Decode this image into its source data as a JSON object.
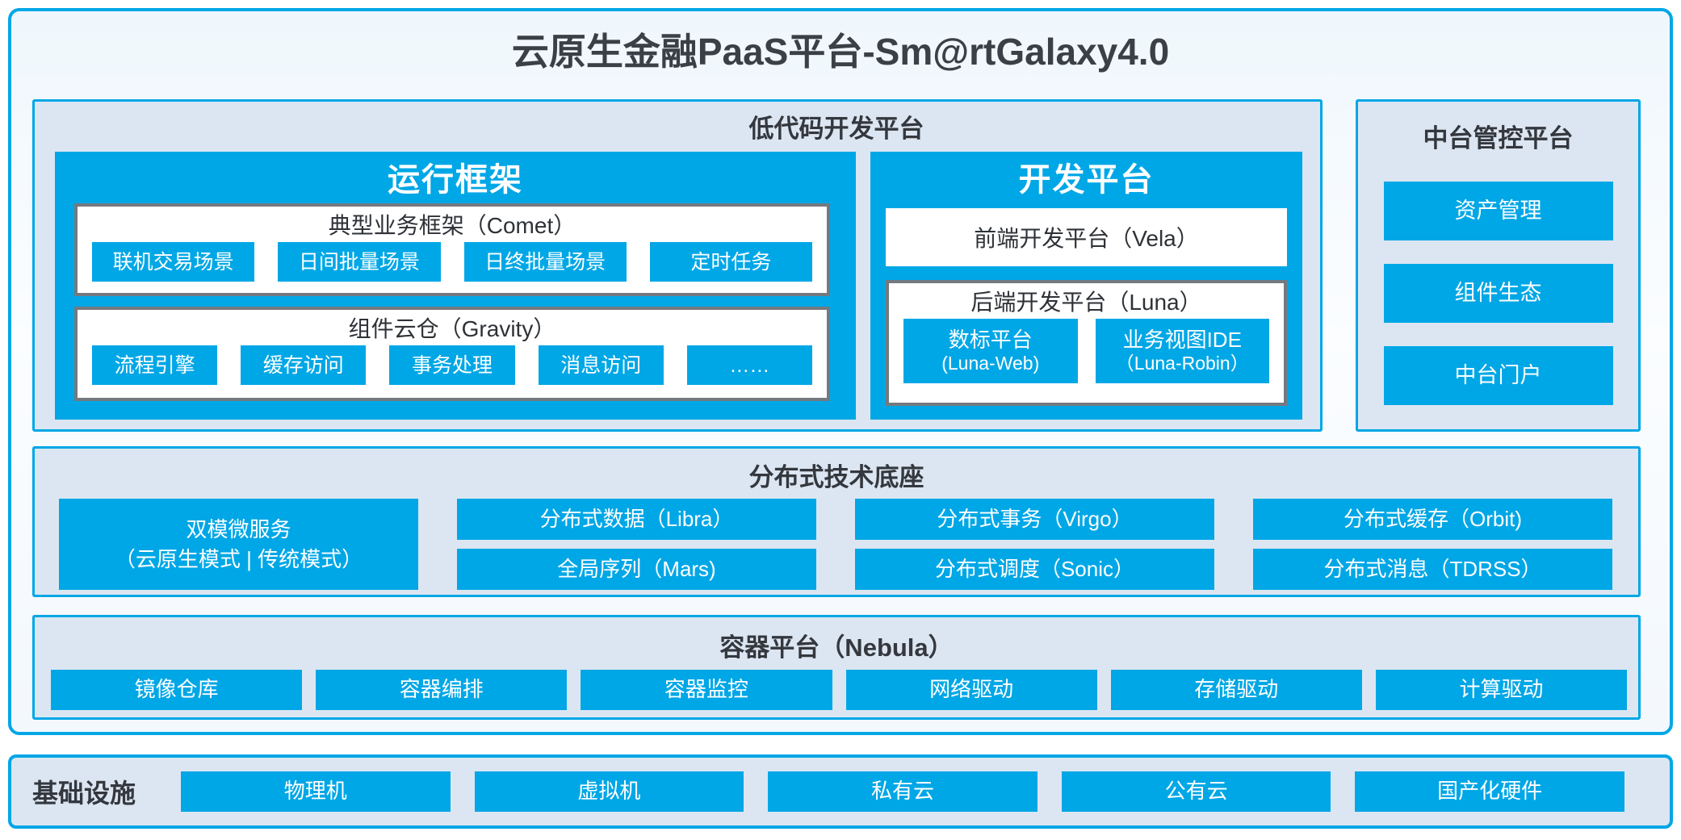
{
  "title": "云原生金融PaaS平台-Sm@rtGalaxy4.0",
  "colors": {
    "accent": "#00a7e6",
    "section_bg": "#dce6f2",
    "gray_border": "#74797f",
    "dark_text": "#35393f"
  },
  "low_code": {
    "header": "低代码开发平台",
    "runtime": {
      "title": "运行框架",
      "comet": {
        "header": "典型业务框架（Comet）",
        "items": [
          "联机交易场景",
          "日间批量场景",
          "日终批量场景",
          "定时任务"
        ]
      },
      "gravity": {
        "header": "组件云仓（Gravity）",
        "items": [
          "流程引擎",
          "缓存访问",
          "事务处理",
          "消息访问",
          "……"
        ]
      }
    },
    "dev": {
      "title": "开发平台",
      "vela": "前端开发平台（Vela）",
      "luna": {
        "header": "后端开发平台（Luna）",
        "items": [
          {
            "line1": "数标平台",
            "line2": "(Luna-Web)"
          },
          {
            "line1": "业务视图IDE",
            "line2": "（Luna-Robin）"
          }
        ]
      }
    }
  },
  "mid_platform": {
    "header": "中台管控平台",
    "items": [
      "资产管理",
      "组件生态",
      "中台门户"
    ]
  },
  "distributed": {
    "header": "分布式技术底座",
    "dual_mode": {
      "line1": "双模微服务",
      "line2": "（云原生模式 | 传统模式）"
    },
    "columns": [
      [
        "分布式数据（Libra）",
        "全局序列（Mars)"
      ],
      [
        "分布式事务（Virgo）",
        "分布式调度（Sonic）"
      ],
      [
        "分布式缓存（Orbit)",
        "分布式消息（TDRSS）"
      ]
    ]
  },
  "container_platform": {
    "header": "容器平台（Nebula）",
    "items": [
      "镜像仓库",
      "容器编排",
      "容器监控",
      "网络驱动",
      "存储驱动",
      "计算驱动"
    ]
  },
  "infrastructure": {
    "label": "基础设施",
    "items": [
      "物理机",
      "虚拟机",
      "私有云",
      "公有云",
      "国产化硬件"
    ]
  }
}
